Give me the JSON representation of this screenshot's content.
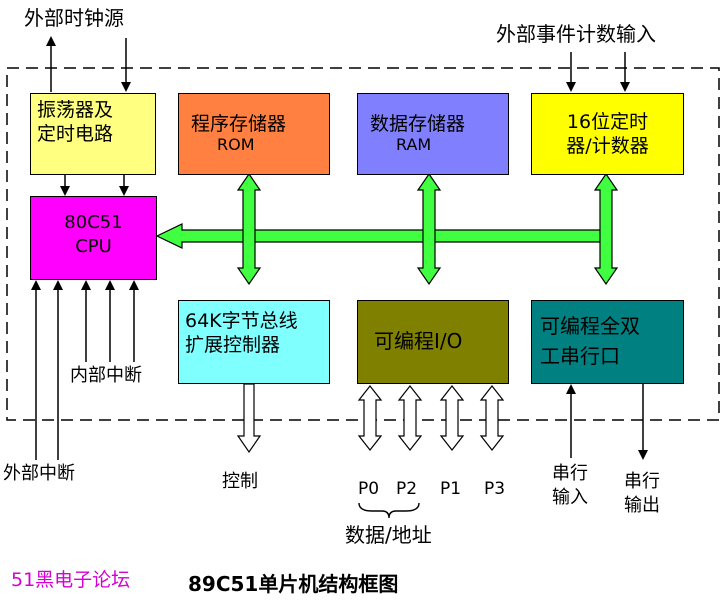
{
  "colors": {
    "oscillator": "#ffff80",
    "program_memory": "#ff8040",
    "data_memory": "#8080ff",
    "timer": "#ffff00",
    "cpu": "#ff00ff",
    "expansion": "#80ffff",
    "io": "#808000",
    "serial": "#008080",
    "bus": "#40ff40",
    "watermark": "#d400d4"
  },
  "labels": {
    "ext_clock": "外部时钟源",
    "ext_event": "外部事件计数输入",
    "internal_interrupt": "内部中断",
    "external_interrupt": "外部中断",
    "control": "控制",
    "p0": "P0",
    "p2": "P2",
    "p1": "P1",
    "p3": "P3",
    "data_address": "数据/地址",
    "serial_in_1": "串行",
    "serial_in_2": "输入",
    "serial_out_1": "串行",
    "serial_out_2": "输出"
  },
  "blocks": {
    "oscillator": {
      "line1": "振荡器及",
      "line2": "定时电路"
    },
    "program_memory": {
      "line1": "程序存储器",
      "line2": "ROM"
    },
    "data_memory": {
      "line1": "数据存储器",
      "line2": "RAM"
    },
    "timer": {
      "line1": "16位定时",
      "line2": "器/计数器"
    },
    "cpu": {
      "line1": "80C51",
      "line2": "CPU"
    },
    "expansion": {
      "line1": "64K字节总线",
      "line2": "扩展控制器"
    },
    "io": {
      "line1": "可编程I/O"
    },
    "serial": {
      "line1": "可编程全双",
      "line2": "工串行口"
    }
  },
  "watermark": "51黑电子论坛",
  "caption": "89C51单片机结构框图"
}
